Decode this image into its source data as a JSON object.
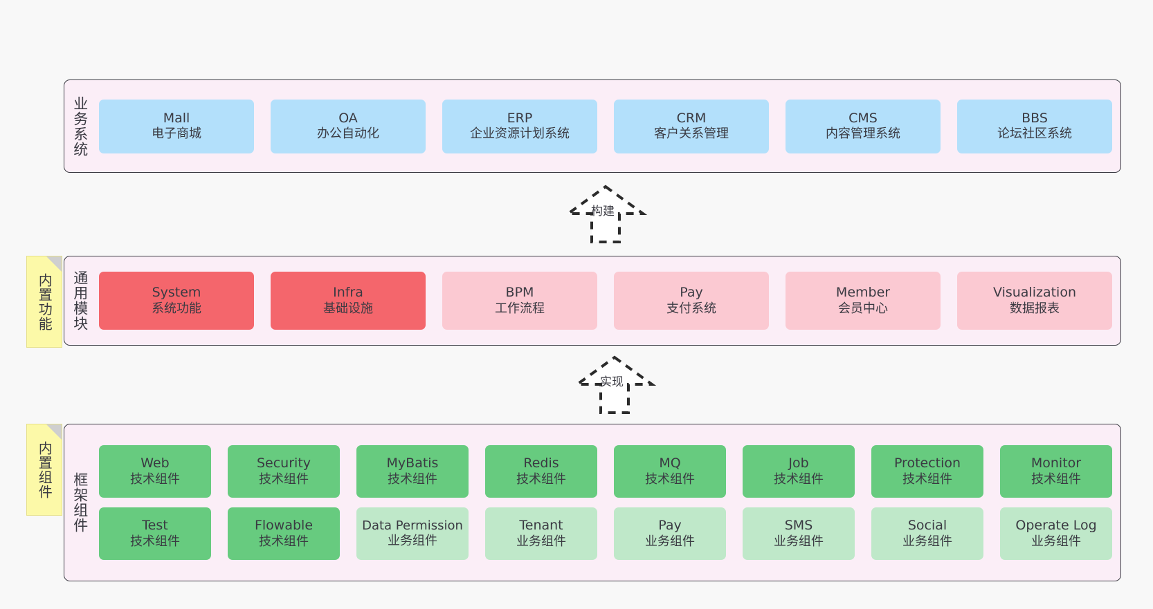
{
  "diagram": {
    "background": "#f8f8f8",
    "layer_fill": "#fbeef7",
    "layer_border": "#3c3c44",
    "note_fill": "#fcf9a8",
    "colors": {
      "business": "#b3e0fb",
      "module_primary": "#f4666c",
      "module_secondary": "#fbc9d2",
      "component_tech": "#67cb7f",
      "component_biz": "#bfe8c9"
    }
  },
  "layers": [
    {
      "id": "business-system",
      "title": "业务系统",
      "note": null,
      "rows": [
        {
          "style": "blue",
          "boxes": [
            {
              "en": "Mall",
              "cn": "电子商城"
            },
            {
              "en": "OA",
              "cn": "办公自动化"
            },
            {
              "en": "ERP",
              "cn": "企业资源计划系统"
            },
            {
              "en": "CRM",
              "cn": "客户关系管理"
            },
            {
              "en": "CMS",
              "cn": "内容管理系统"
            },
            {
              "en": "BBS",
              "cn": "论坛社区系统"
            }
          ]
        }
      ]
    },
    {
      "id": "common-module",
      "title": "通用模块",
      "note": "内置功能",
      "rows": [
        {
          "style": "mixed",
          "boxes": [
            {
              "en": "System",
              "cn": "系统功能",
              "style": "red"
            },
            {
              "en": "Infra",
              "cn": "基础设施",
              "style": "red"
            },
            {
              "en": "BPM",
              "cn": "工作流程",
              "style": "pink"
            },
            {
              "en": "Pay",
              "cn": "支付系统",
              "style": "pink"
            },
            {
              "en": "Member",
              "cn": "会员中心",
              "style": "pink"
            },
            {
              "en": "Visualization",
              "cn": "数据报表",
              "style": "pink"
            }
          ]
        }
      ]
    },
    {
      "id": "framework-component",
      "title": "框架组件",
      "note": "内置组件",
      "rows": [
        {
          "style": "green",
          "boxes": [
            {
              "en": "Web",
              "cn": "技术组件"
            },
            {
              "en": "Security",
              "cn": "技术组件"
            },
            {
              "en": "MyBatis",
              "cn": "技术组件"
            },
            {
              "en": "Redis",
              "cn": "技术组件"
            },
            {
              "en": "MQ",
              "cn": "技术组件"
            },
            {
              "en": "Job",
              "cn": "技术组件"
            },
            {
              "en": "Protection",
              "cn": "技术组件"
            },
            {
              "en": "Monitor",
              "cn": "技术组件"
            }
          ]
        },
        {
          "style": "mixed-green",
          "boxes": [
            {
              "en": "Test",
              "cn": "技术组件",
              "style": "green"
            },
            {
              "en": "Flowable",
              "cn": "技术组件",
              "style": "green"
            },
            {
              "en": "Data Permission",
              "cn": "业务组件",
              "style": "lightgreen"
            },
            {
              "en": "Tenant",
              "cn": "业务组件",
              "style": "lightgreen"
            },
            {
              "en": "Pay",
              "cn": "业务组件",
              "style": "lightgreen"
            },
            {
              "en": "SMS",
              "cn": "业务组件",
              "style": "lightgreen"
            },
            {
              "en": "Social",
              "cn": "业务组件",
              "style": "lightgreen"
            },
            {
              "en": "Operate Log",
              "cn": "业务组件",
              "style": "lightgreen"
            }
          ]
        }
      ]
    }
  ],
  "connectors": [
    {
      "id": "build",
      "label": "构建",
      "from": "common-module",
      "to": "business-system"
    },
    {
      "id": "implement",
      "label": "实现",
      "from": "framework-component",
      "to": "common-module"
    }
  ]
}
